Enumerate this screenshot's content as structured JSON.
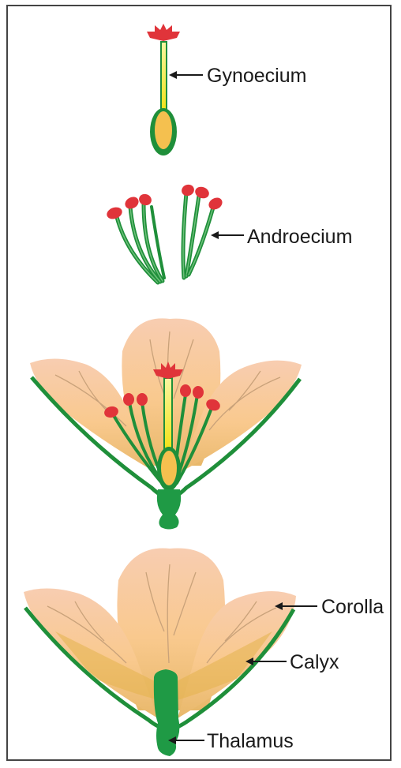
{
  "labels": {
    "gynoecium": "Gynoecium",
    "androecium": "Androecium",
    "corolla": "Corolla",
    "calyx": "Calyx",
    "thalamus": "Thalamus"
  },
  "colors": {
    "petal": "#f9c98e",
    "petal_tip": "#f8c7ae",
    "calyx_green": "#1f8f3a",
    "stigma_red": "#e0343a",
    "style_yellow": "#f6ef2a",
    "ovary": "#f5c04f",
    "vein": "#c9a27a",
    "arrow": "#1a1a1a"
  }
}
